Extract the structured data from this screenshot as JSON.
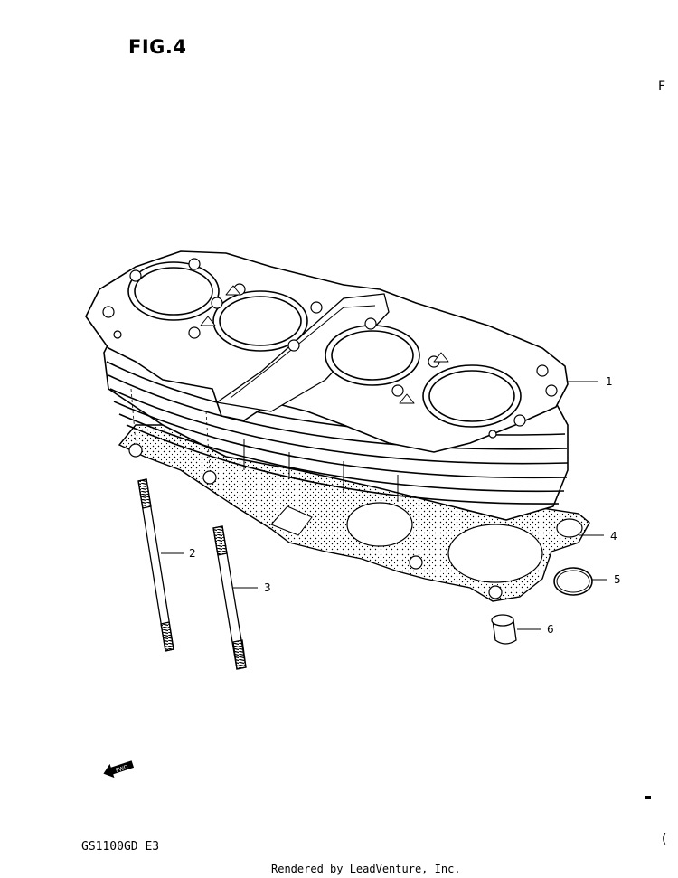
{
  "figure": {
    "title": "FIG.4"
  },
  "edge_marks": {
    "right_top": "F",
    "right_bottom": "("
  },
  "model_code": "GS1100GD E3",
  "fwd_label": "FWD",
  "footer": "Rendered by LeadVenture, Inc.",
  "callouts": [
    {
      "number": "1",
      "part": "cylinder"
    },
    {
      "number": "2",
      "part": "stud-long"
    },
    {
      "number": "3",
      "part": "stud-short"
    },
    {
      "number": "4",
      "part": "cylinder-base-gasket"
    },
    {
      "number": "5",
      "part": "o-ring"
    },
    {
      "number": "6",
      "part": "dowel-pin"
    }
  ]
}
